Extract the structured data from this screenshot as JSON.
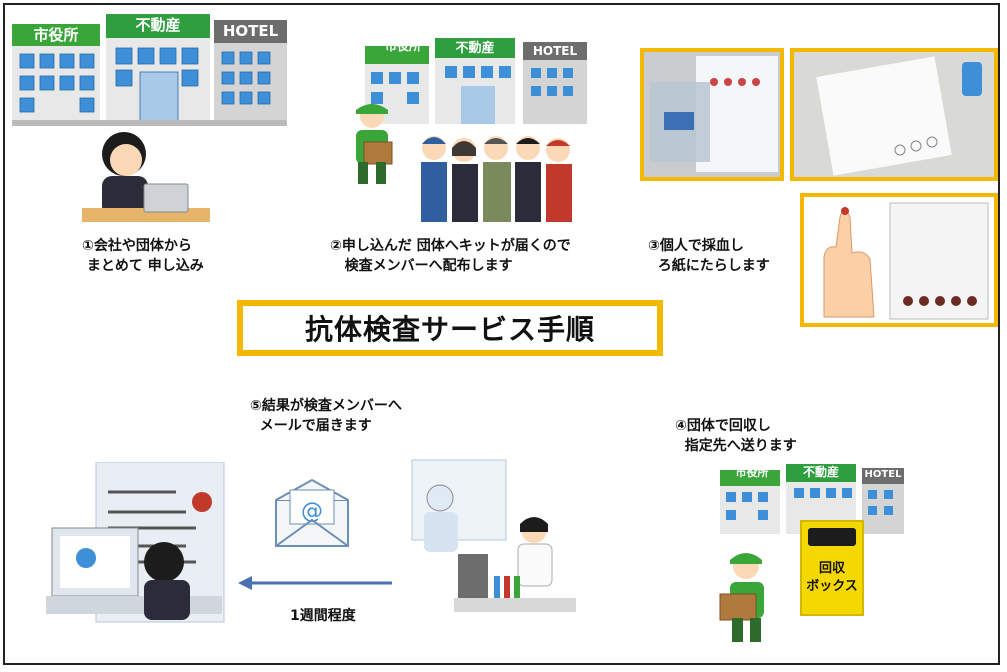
{
  "title": "抗体検査サービス手順",
  "buildings": {
    "city_hall": "市役所",
    "real_estate": "不動産",
    "hotel": "HOTEL"
  },
  "steps": [
    {
      "label": "①会社や団体から\n まとめて 申し込み"
    },
    {
      "label": "②申し込んだ 団体へキットが届くので\n   検査メンバーへ配布します"
    },
    {
      "label": "③個人で採血し\n  ろ紙にたらします"
    },
    {
      "label": "④団体で回収し\n  指定先へ送ります"
    },
    {
      "label": "⑤結果が検査メンバーへ\n  メールで届きます"
    }
  ],
  "box_label": "回収\nボックス",
  "arrow_label": "1週間程度",
  "colors": {
    "accent": "#f5b800",
    "city_sign": "#3aa63a",
    "realestate_sign": "#2e9e3e",
    "hotel_sign": "#6d6d6d",
    "window": "#3d8fd8",
    "arrow": "#4a6fb5",
    "box": "#f5d800"
  },
  "icons": [
    "envelope-at-icon",
    "laptop-icon",
    "finger-icon"
  ]
}
